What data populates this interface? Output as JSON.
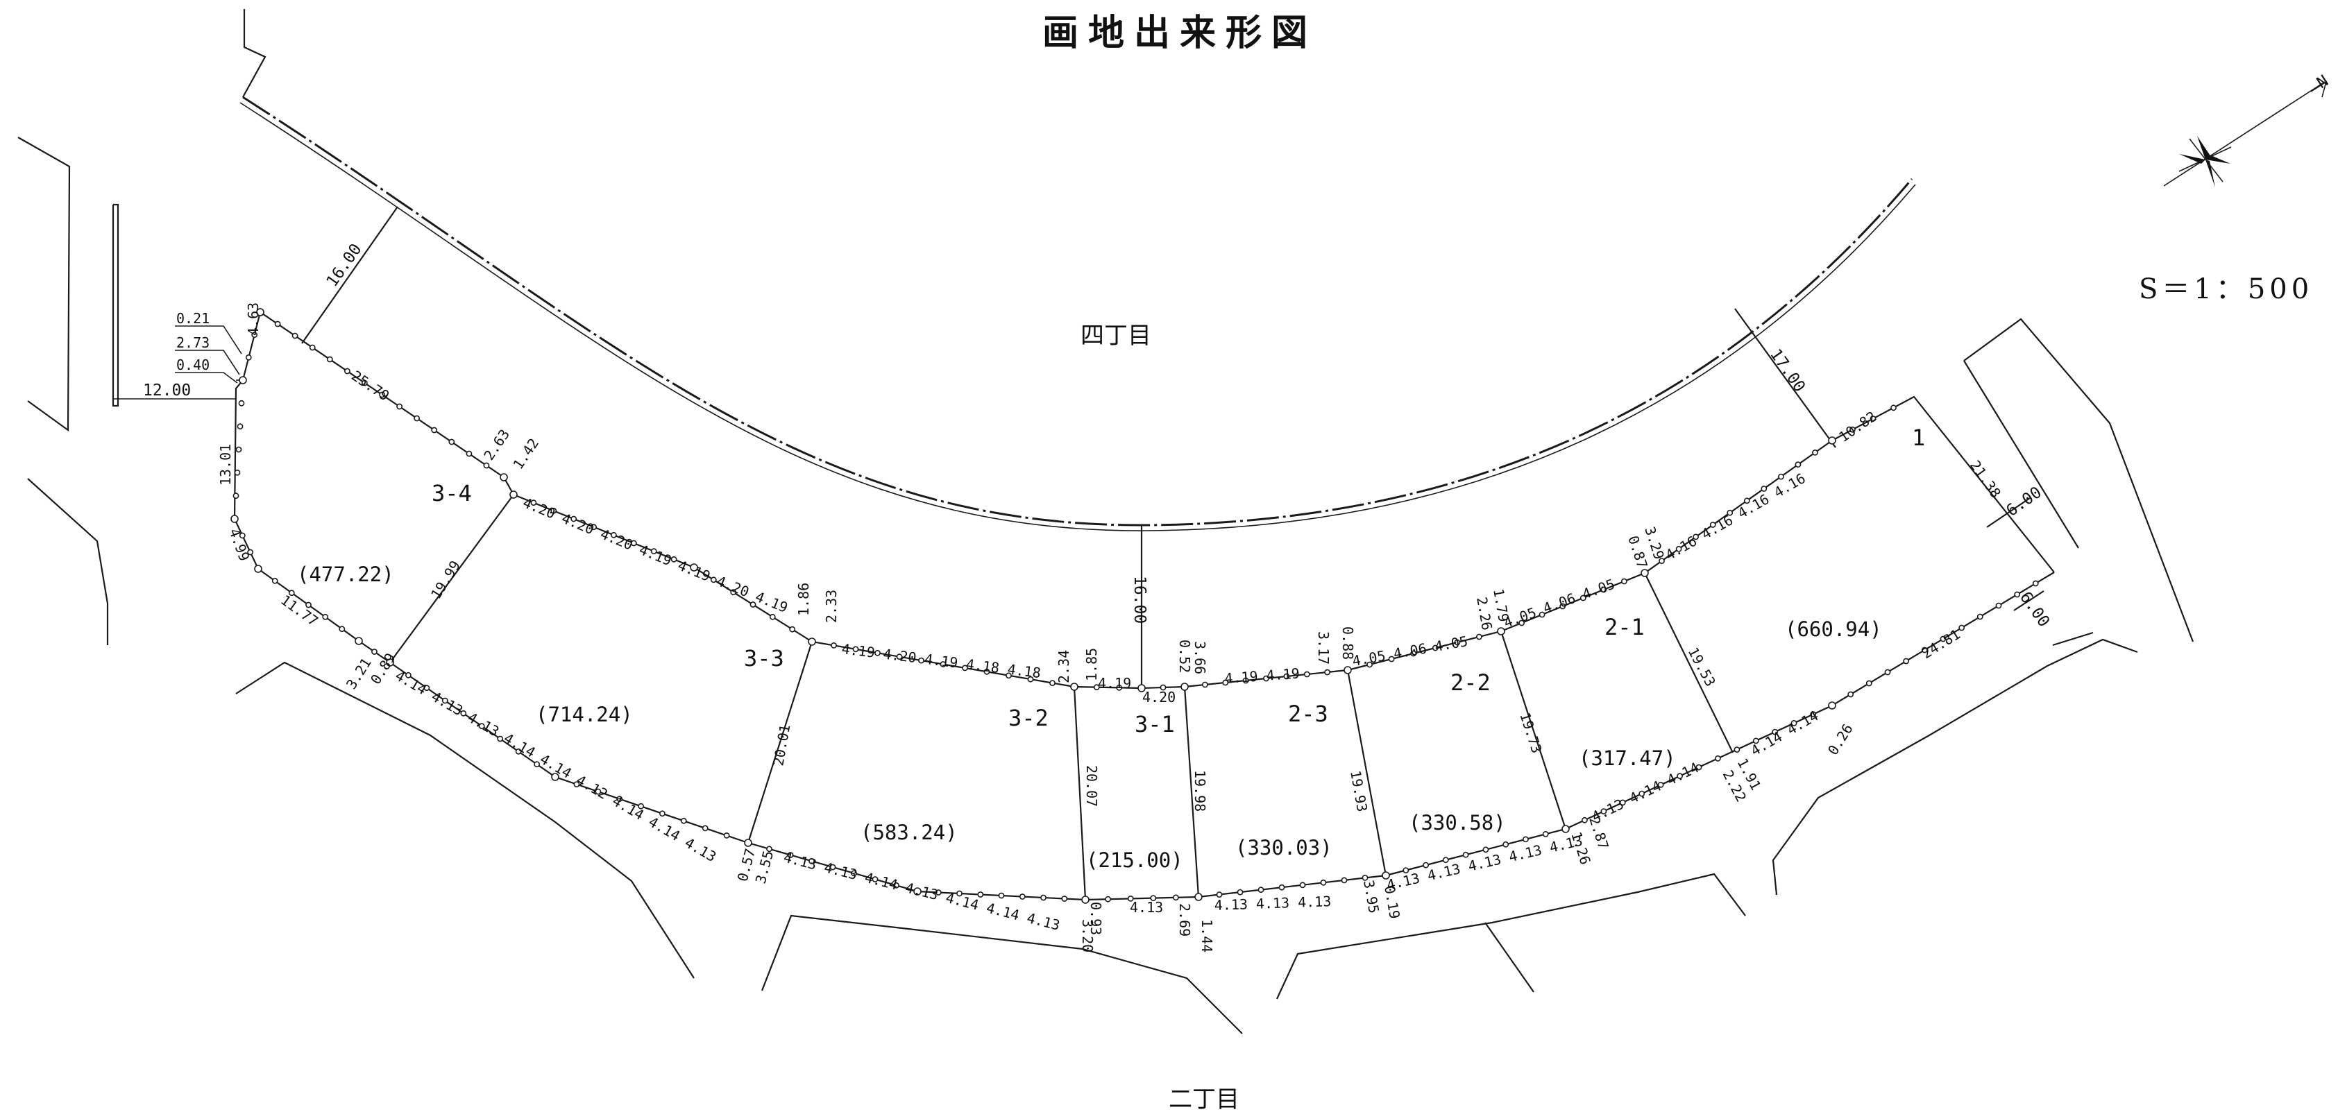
{
  "title": "画地出来形図",
  "scale": "S＝1：500",
  "north": "N",
  "towns": {
    "upper": "四丁目",
    "lower": "二丁目"
  },
  "lots": [
    {
      "id": "1",
      "area": "(660.94)"
    },
    {
      "id": "2-1",
      "area": "(317.47)"
    },
    {
      "id": "2-2",
      "area": "(330.03)"
    },
    {
      "id": "2-3",
      "area": "(330.58)"
    },
    {
      "id": "3-1",
      "area": "(215.00)"
    },
    {
      "id": "3-2",
      "area": "(583.24)"
    },
    {
      "id": "3-3",
      "area": "(714.24)"
    },
    {
      "id": "3-4",
      "area": "(477.22)"
    }
  ],
  "dims": {
    "d_0_21": "0.21",
    "d_2_73": "2.73",
    "d_0_40": "0.40",
    "d_12_00": "12.00",
    "d_4_63": "4.63",
    "d_13_01": "13.01",
    "d_4_99": "4.99",
    "d_11_77": "11.77",
    "d_16_00_left": "16.00",
    "d_25_79": "25.79",
    "d_2_63": "2.63",
    "d_1_42": "1.42",
    "d_19_99": "19.99",
    "d_3_21": "3.21",
    "d_0_89": "0.89",
    "d_20_01": "20.01",
    "d_0_57": "0.57",
    "d_3_55": "3.55",
    "d_1_86": "1.86",
    "d_2_33": "2.33",
    "d_2_34": "2.34",
    "d_1_85": "1.85",
    "d_20_07": "20.07",
    "d_0_93": "0.93",
    "d_3_20": "3.20",
    "d_2_69": "2.69",
    "d_16_00_mid": "16.00",
    "d_3_66": "3.66",
    "d_0_52": "0.52",
    "d_4_20": "4.20",
    "d_19_98": "19.98",
    "d_1_44": "1.44",
    "d_3_17": "3.17",
    "d_0_88": "0.88",
    "d_19_93": "19.93",
    "d_3_95": "3.95",
    "d_0_19": "0.19",
    "d_2_26": "2.26",
    "d_1_79": "1.79",
    "d_19_73": "19.73",
    "d_1_26": "1.26",
    "d_2_87": "2.87",
    "d_3_29": "3.29",
    "d_0_87": "0.87",
    "d_19_53": "19.53",
    "d_2_22": "2.22",
    "d_1_91": "1.91",
    "d_17_00": "17.00",
    "d_10_82": "10.82",
    "d_21_38": "21.38",
    "d_6_00_a": "6.00",
    "d_6_00_b": "6.00",
    "d_24_81": "24.81",
    "d_0_26": "0.26"
  },
  "chains": {
    "c34_top": "4.20 4.20 4.20 4.19 4.19 4.20 4.19",
    "c33_top": "4.19 4.20 4.19 4.18 4.18",
    "c31_top": "4.19",
    "c2_top_a": "4.19 4.19",
    "c22_top": "4.05 4.06 4.05",
    "c23_top": "4.05 4.06 4.05",
    "c21_top": "4.16 4.16 4.16 4.16",
    "c34_bot": "4.14 4.13 4.13 4.14 4.14 4.12 4.14 4.14 4.13",
    "c32_bot": "4.13 4.13 4.14 4.13 4.14 4.14 4.13",
    "c31_bot": "4.13",
    "c22_bot": "4.13 4.13 4.13",
    "c23_bot": "4.13 4.13 4.13 4.13 4.13",
    "c21_bot": "4.13 4.14 4.14",
    "c1_bot": "4.14 4.14"
  }
}
